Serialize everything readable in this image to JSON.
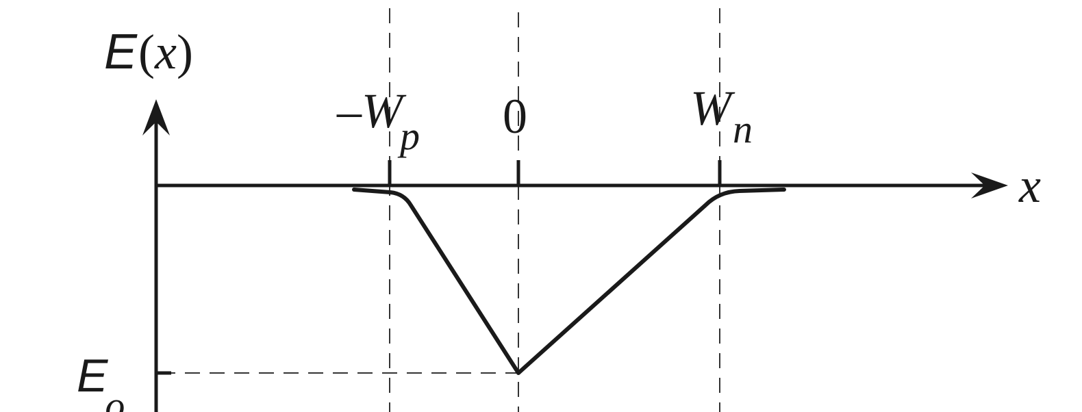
{
  "diagram": {
    "y_axis_label_main": "E",
    "y_axis_label_paren_open": "(",
    "y_axis_label_var": "x",
    "y_axis_label_paren_close": ")",
    "x_axis_label": "x",
    "tick_neg_wp_sign": "–",
    "tick_neg_wp_main": "W",
    "tick_neg_wp_sub": "p",
    "tick_zero": "0",
    "tick_wn_main": "W",
    "tick_wn_sub": "n",
    "eo_main": "E",
    "eo_sub": "o"
  }
}
